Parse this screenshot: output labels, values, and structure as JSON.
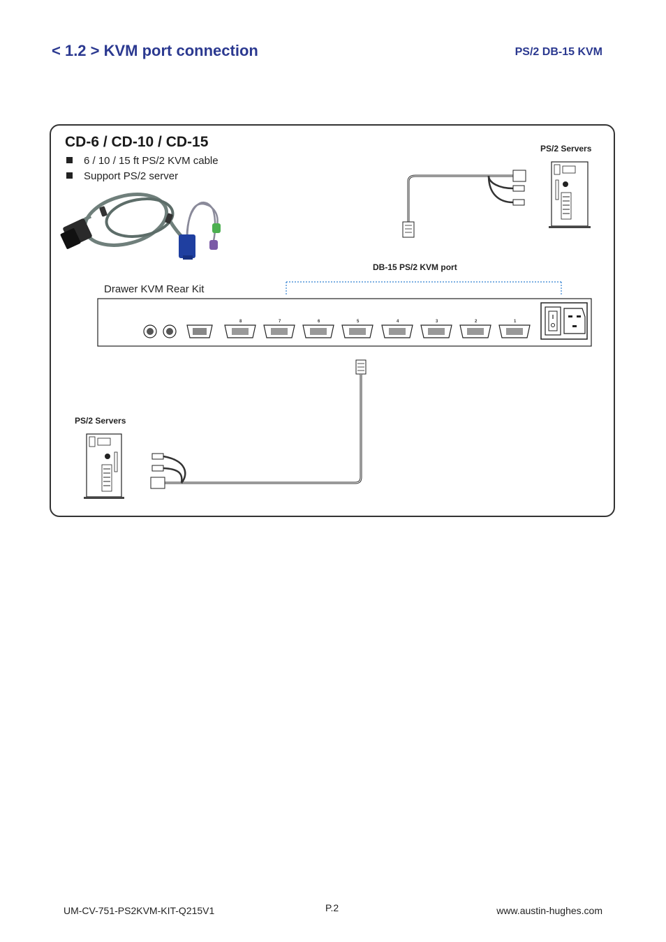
{
  "header": {
    "title": "< 1.2 > KVM port connection",
    "section": "PS/2  DB-15  KVM"
  },
  "panel": {
    "model_title": "CD-6 / CD-10 / CD-15",
    "features": [
      "6 / 10 / 15 ft PS/2 KVM cable",
      "Support PS/2 server"
    ],
    "top_server_label": "PS/2 Servers",
    "bottom_server_label": "PS/2 Servers",
    "kvm_port_label": "DB-15 PS/2 KVM port",
    "rear_kit_label": "Drawer KVM Rear Kit",
    "port_numbers": [
      "8",
      "7",
      "6",
      "5",
      "4",
      "3",
      "2",
      "1"
    ]
  },
  "footer": {
    "doc_code": "UM-CV-751-PS2KVM-KIT-Q215V1",
    "page": "P.2",
    "website": "www.austin-hughes.com"
  },
  "colors": {
    "heading_blue": "#2b3990",
    "cable_gray": "#6f7f7b",
    "vga_blue": "#1f3fa0",
    "ps2_green": "#4caf50",
    "ps2_purple": "#7b5aa6",
    "dotted_blue": "#2f7fd0"
  }
}
